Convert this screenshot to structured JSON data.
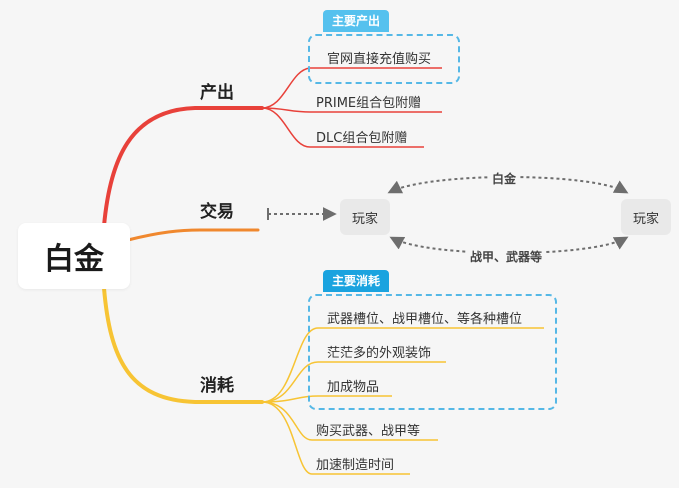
{
  "root": {
    "label": "白金"
  },
  "branches": {
    "output": {
      "label": "产出",
      "tag": "主要产出",
      "items": [
        "官网直接充值购买",
        "PRIME组合包附赠",
        "DLC组合包附赠"
      ]
    },
    "trade": {
      "label": "交易",
      "player_left": "玩家",
      "player_right": "玩家",
      "flow_top": "白金",
      "flow_bottom": "战甲、武器等"
    },
    "consume": {
      "label": "消耗",
      "tag": "主要消耗",
      "items": [
        "武器槽位、战甲槽位、等各种槽位",
        "茫茫多的外观装饰",
        "加成物品",
        "购买武器、战甲等",
        "加速制造时间"
      ]
    }
  },
  "colors": {
    "output_branch": "#e8413a",
    "trade_branch": "#f0882e",
    "consume_branch": "#f7c434",
    "dashed_box": "#55b8e6",
    "arrow": "#6e6e6e"
  }
}
